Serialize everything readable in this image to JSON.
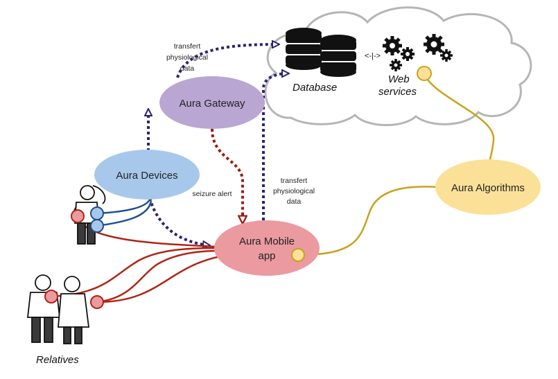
{
  "nodes": {
    "gateway": "Aura Gateway",
    "devices": "Aura Devices",
    "mobile_line1": "Aura Mobile",
    "mobile_line2": "app",
    "algorithms": "Aura Algorithms"
  },
  "cloud": {
    "database": "Database",
    "web_line1": "Web",
    "web_line2": "services",
    "link_symbol": "<-|->"
  },
  "edge_labels": {
    "transfer_top": [
      "transfert",
      "physiological",
      "data"
    ],
    "transfer_mid": [
      "transfert",
      "physiological",
      "data"
    ],
    "seizure": "seizure alert"
  },
  "people": {
    "relatives": "Relatives"
  },
  "colors": {
    "gateway_fill": "#b9a6d3",
    "devices_fill": "#a8c8eb",
    "mobile_fill": "#eb9aa0",
    "algorithms_fill": "#fbe197",
    "dotted_navy": "#2b2470",
    "dotted_red": "#9b1b17",
    "solid_red": "#b02414",
    "solid_blue": "#1f4f8f",
    "solid_gold": "#c9a21c",
    "cloud_stroke": "#b5b5b5"
  }
}
